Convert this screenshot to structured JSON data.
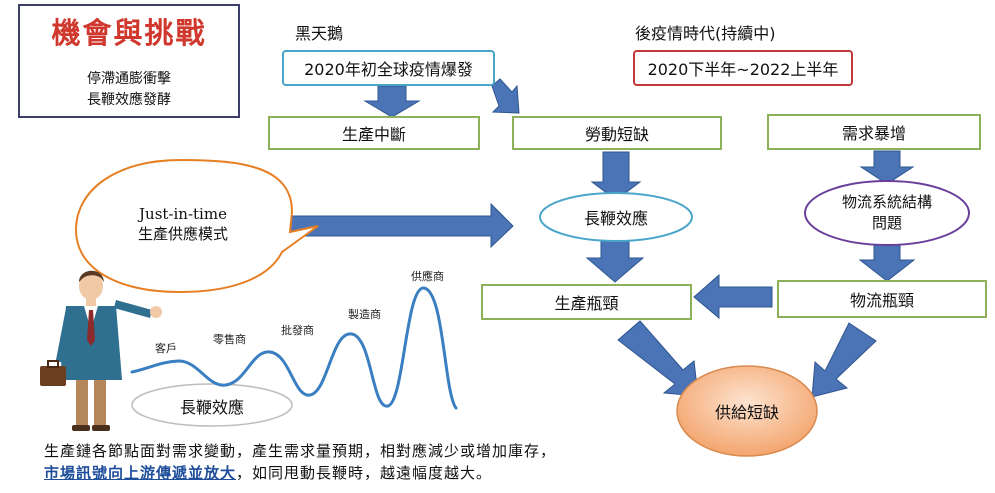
{
  "title_box": {
    "title": "機會與挑戰",
    "subtitle_line1": "停滯通膨衝擊",
    "subtitle_line2": "長鞭效應發酵"
  },
  "labels": {
    "black_swan": "黑天鵝",
    "post_pandemic": "後疫情時代(持續中)"
  },
  "boxes": {
    "outbreak": "2020年初全球疫情爆發",
    "period": "2020下半年~2022上半年",
    "production_halt": "生產中斷",
    "labor_shortage": "勞動短缺",
    "demand_surge": "需求暴增",
    "bullwhip": "長鞭效應",
    "logistics_problem_line1": "物流系統結構",
    "logistics_problem_line2": "問題",
    "production_bottleneck": "生產瓶頸",
    "logistics_bottleneck": "物流瓶頸",
    "supply_shortage": "供給短缺"
  },
  "speech": {
    "line1": "Just-in-time",
    "line2": "生產供應模式"
  },
  "wave": {
    "customer": "客戶",
    "retailer": "零售商",
    "wholesaler": "批發商",
    "manufacturer": "製造商",
    "supplier": "供應商",
    "bullwhip_label": "長鞭效應"
  },
  "caption": {
    "line1": "生產鏈各節點面對需求變動，產生需求量預期，相對應減少或增加庫存，",
    "line2_highlight": "市場訊號向上游傳遞並放大",
    "line2_rest": "，如同甩動長鞭時，越遠幅度越大。"
  },
  "colors": {
    "arrow": "#4a74b6",
    "green_border": "#8db15a",
    "blue_border": "#4aa6c8",
    "red_border": "#c03a3a",
    "purple_border": "#6a3f9c",
    "title_red": "#d0382d",
    "bubble_border": "#e67e22",
    "supply_fill": "#f7c9a6"
  }
}
